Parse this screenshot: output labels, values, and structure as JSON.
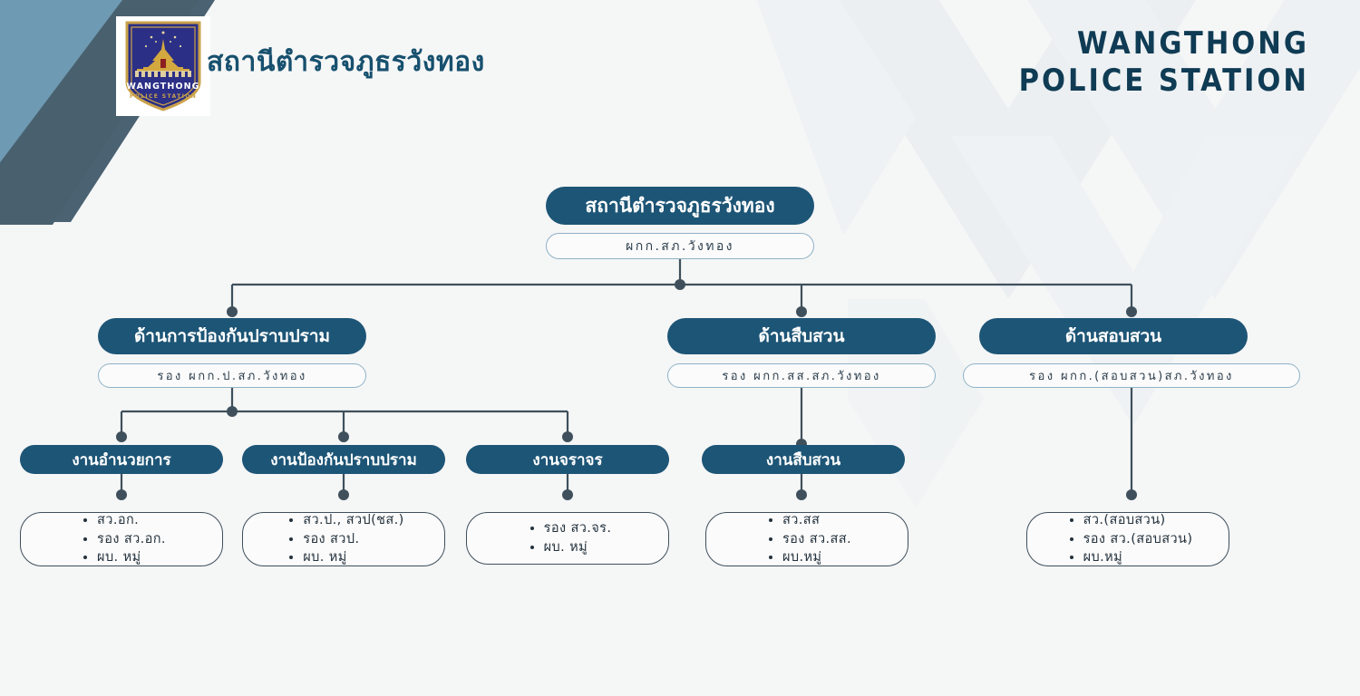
{
  "page": {
    "background_color": "#f5f6f6",
    "accent_dark": "#1d5576",
    "accent_text": "#0f3b54",
    "line_color": "#3f505c"
  },
  "header": {
    "logo": {
      "icon": "police-badge-shield-icon",
      "shield_color": "#2b2f86",
      "line1": "WANGTHONG",
      "line2": "POLICE STATION"
    },
    "thai_title": "สถานีตำรวจภูธรวังทอง",
    "english_title_line1": "WANGTHONG",
    "english_title_line2": "POLICE STATION"
  },
  "chart_data": {
    "type": "org-chart",
    "title": "สถานีตำรวจภูธรวังทอง",
    "root": {
      "title": "สถานีตำรวจภูธรวังทอง",
      "subtitle": "ผกก.สภ.วังทอง"
    },
    "branches": [
      {
        "title": "ด้านการป้องกันปราบปราม",
        "subtitle": "รอง ผกก.ป.สภ.วังทอง",
        "children": [
          {
            "title": "งานอำนวยการ",
            "roles": [
              "สว.อก.",
              "รอง สว.อก.",
              "ผบ. หมู่"
            ]
          },
          {
            "title": "งานป้องกันปราบปราม",
            "roles": [
              "สว.ป., สวป(ชส.)",
              "รอง สวป.",
              "ผบ. หมู่"
            ]
          },
          {
            "title": "งานจราจร",
            "roles": [
              "รอง สว.จร.",
              "ผบ. หมู่"
            ]
          }
        ]
      },
      {
        "title": "ด้านสืบสวน",
        "subtitle": "รอง ผกก.สส.สภ.วังทอง",
        "children": [
          {
            "title": "งานสืบสวน",
            "roles": [
              "สว.สส",
              "รอง สว.สส.",
              "ผบ.หมู่"
            ]
          }
        ]
      },
      {
        "title": "ด้านสอบสวน",
        "subtitle": "รอง ผกก.(สอบสวน)สภ.วังทอง",
        "children": [
          {
            "title": "",
            "roles": [
              "สว.(สอบสวน)",
              "รอง สว.(สอบสวน)",
              "ผบ.หมู่"
            ]
          }
        ]
      }
    ]
  }
}
